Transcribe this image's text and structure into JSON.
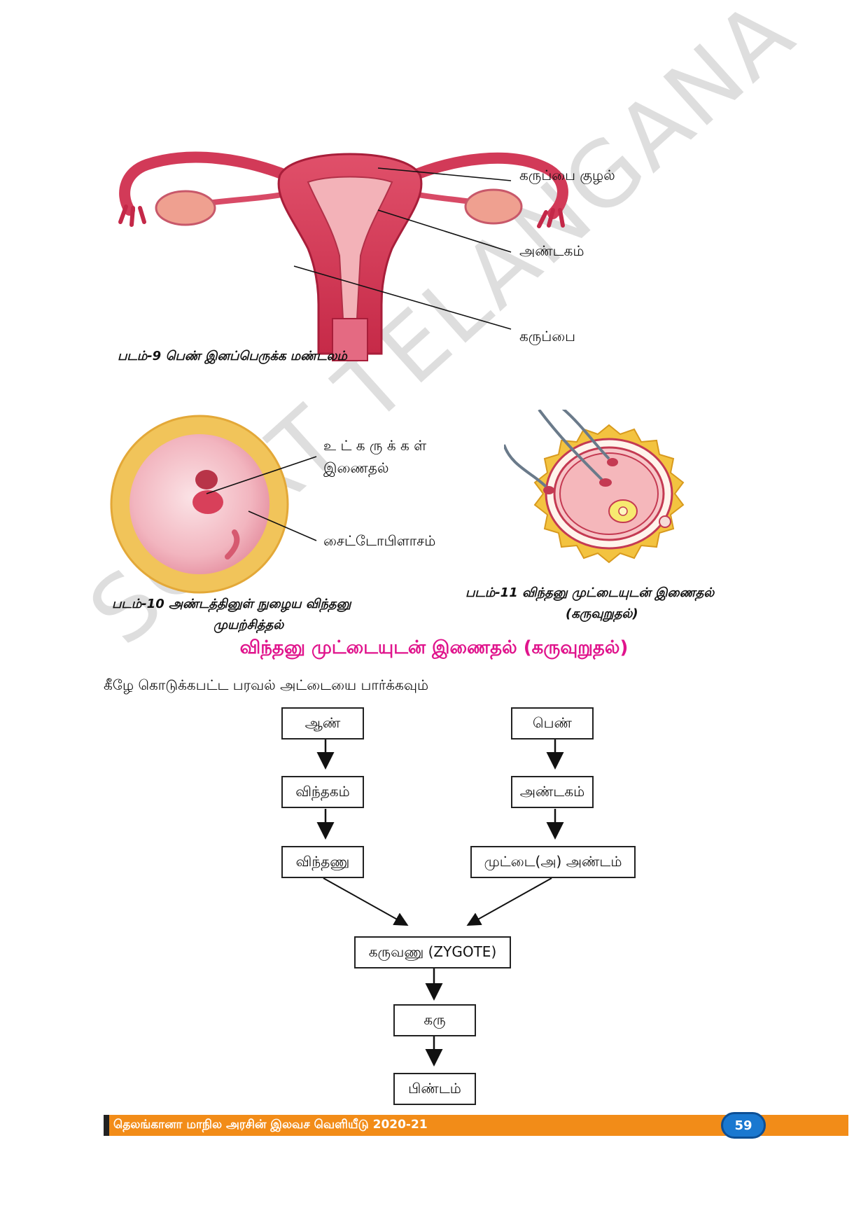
{
  "figure9": {
    "labels": {
      "tube": "கருப்பை குழல்",
      "ovary": "அண்டகம்",
      "uterus": "கருப்பை"
    },
    "caption": "படம்-9  பெண்  இனப்பெருக்க  மண்டலம்"
  },
  "figure10": {
    "labels": {
      "nuclei_line1": "உ ட் க ரு க் க ள்",
      "nuclei_line2": "இணைதல்",
      "cytoplasm": "சைட்டோபிளாசம்"
    },
    "caption_line1": "படம்-10  அண்டத்தினுள்  நுழைய  விந்தனு",
    "caption_line2": "முயற்சித்தல்"
  },
  "figure11": {
    "caption_line1": "படம்-11  விந்தனு  முட்டையுடன்  இணைதல்",
    "caption_line2": "(கருவுறுதல்)"
  },
  "section_title": "விந்தனு  முட்டையுடன்  இணைதல்  (கருவுறுதல்)",
  "intro": "கீழே கொடுக்கபட்ட பரவல் அட்டையை பார்க்கவும்",
  "flow": {
    "male": "ஆண்",
    "female": "பெண்",
    "testis": "விந்தகம்",
    "ovary": "அண்டகம்",
    "sperm": "விந்தணு",
    "egg": "முட்டை(அ) அண்டம்",
    "zygote": "கருவணு (ZYGOTE)",
    "embryo": "கரு",
    "fetus": "பிண்டம்"
  },
  "footer": {
    "text": "தெலங்கானா மாநில  அரசின் இலவச வெளியீடு 2020-21",
    "page": "59"
  },
  "watermark": "SCERT TELANGANA",
  "colors": {
    "accent": "#e0148c",
    "footer": "#f28c18",
    "page_badge": "#1a78d0"
  }
}
